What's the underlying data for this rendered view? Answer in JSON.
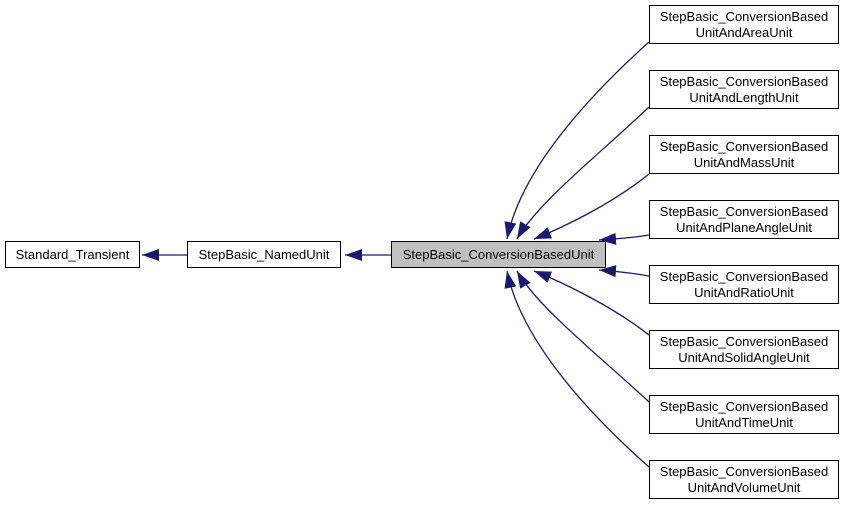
{
  "diagram": {
    "type": "class-inheritance-graph",
    "colors": {
      "edge": "#191970",
      "node_border": "#000000",
      "node_fill": "#ffffff",
      "highlight_fill": "#c0c0c0",
      "background": "#ffffff"
    },
    "nodes": {
      "standard_transient": {
        "label": "Standard_Transient",
        "highlighted": false
      },
      "named_unit": {
        "label": "StepBasic_NamedUnit",
        "highlighted": false
      },
      "conversion_based_unit": {
        "label": "StepBasic_ConversionBasedUnit",
        "highlighted": true
      },
      "area": {
        "line1": "StepBasic_ConversionBased",
        "line2": "UnitAndAreaUnit"
      },
      "length": {
        "line1": "StepBasic_ConversionBased",
        "line2": "UnitAndLengthUnit"
      },
      "mass": {
        "line1": "StepBasic_ConversionBased",
        "line2": "UnitAndMassUnit"
      },
      "plane_angle": {
        "line1": "StepBasic_ConversionBased",
        "line2": "UnitAndPlaneAngleUnit"
      },
      "ratio": {
        "line1": "StepBasic_ConversionBased",
        "line2": "UnitAndRatioUnit"
      },
      "solid_angle": {
        "line1": "StepBasic_ConversionBased",
        "line2": "UnitAndSolidAngleUnit"
      },
      "time": {
        "line1": "StepBasic_ConversionBased",
        "line2": "UnitAndTimeUnit"
      },
      "volume": {
        "line1": "StepBasic_ConversionBased",
        "line2": "UnitAndVolumeUnit"
      }
    },
    "edges": [
      {
        "from": "StepBasic_NamedUnit",
        "to": "Standard_Transient"
      },
      {
        "from": "StepBasic_ConversionBasedUnit",
        "to": "StepBasic_NamedUnit"
      },
      {
        "from": "StepBasic_ConversionBasedUnitAndAreaUnit",
        "to": "StepBasic_ConversionBasedUnit"
      },
      {
        "from": "StepBasic_ConversionBasedUnitAndLengthUnit",
        "to": "StepBasic_ConversionBasedUnit"
      },
      {
        "from": "StepBasic_ConversionBasedUnitAndMassUnit",
        "to": "StepBasic_ConversionBasedUnit"
      },
      {
        "from": "StepBasic_ConversionBasedUnitAndPlaneAngleUnit",
        "to": "StepBasic_ConversionBasedUnit"
      },
      {
        "from": "StepBasic_ConversionBasedUnitAndRatioUnit",
        "to": "StepBasic_ConversionBasedUnit"
      },
      {
        "from": "StepBasic_ConversionBasedUnitAndSolidAngleUnit",
        "to": "StepBasic_ConversionBasedUnit"
      },
      {
        "from": "StepBasic_ConversionBasedUnitAndTimeUnit",
        "to": "StepBasic_ConversionBasedUnit"
      },
      {
        "from": "StepBasic_ConversionBasedUnitAndVolumeUnit",
        "to": "StepBasic_ConversionBasedUnit"
      }
    ]
  }
}
